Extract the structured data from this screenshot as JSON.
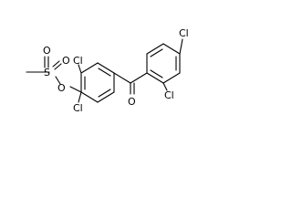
{
  "structure": {
    "atoms": {
      "cl_upper": "Cl",
      "cl_lower": "Cl",
      "cl_para": "Cl",
      "cl_ortho": "Cl",
      "o_carbonyl": "O",
      "o_ester": "O",
      "s": "S",
      "o_s_top": "O",
      "o_s_right": "O"
    }
  }
}
